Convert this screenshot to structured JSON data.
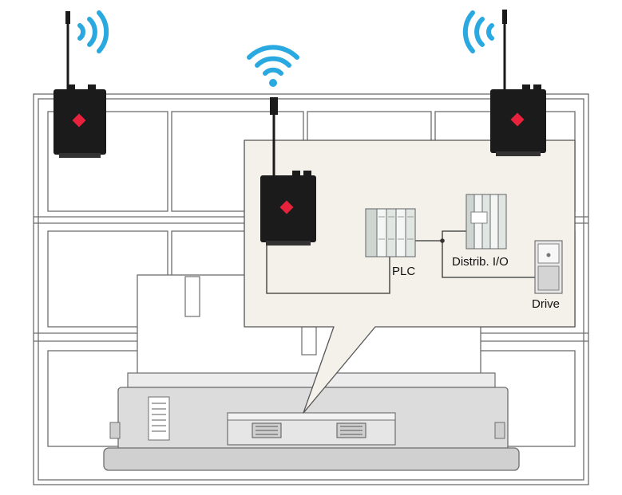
{
  "labels": {
    "plc": "PLC",
    "distrib_io": "Distrib. I/O",
    "drive": "Drive"
  },
  "colors": {
    "wifi_signal": "#29a9e0",
    "device_body": "#1b1b1b",
    "device_led": "#e8213c",
    "callout_fill": "#f3f1ea",
    "outline": "#555555"
  },
  "icons": {
    "wireless_device": "radio-gateway-icon",
    "signal": "wifi-signal-icon",
    "plc": "plc-rack-icon",
    "distrib_io": "io-module-icon",
    "drive": "drive-icon"
  }
}
